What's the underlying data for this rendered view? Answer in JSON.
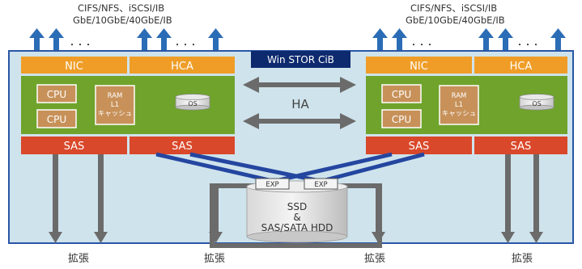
{
  "title": "Win STOR CiB",
  "protocols_line1": "CIFS/NFS、iSCSI/IB",
  "protocols_line2": "GbE/10GbE/40GbE/IB",
  "dots": "・・・",
  "nodes": [
    {
      "nic": "NIC",
      "hca": "HCA",
      "cpu1": "CPU",
      "cpu2": "CPU",
      "ram": [
        "RAM",
        "L1",
        "キャッシュ"
      ],
      "os": "OS",
      "sas_left": "SAS",
      "sas_right": "SAS"
    },
    {
      "nic": "NIC",
      "hca": "HCA",
      "cpu1": "CPU",
      "cpu2": "CPU",
      "ram": [
        "RAM",
        "L1",
        "キャッシュ"
      ],
      "os": "OS",
      "sas_left": "SAS",
      "sas_right": "SAS"
    }
  ],
  "ha_label": "HA",
  "storage": {
    "exp_left": "EXP",
    "exp_right": "EXP",
    "line1": "SSD",
    "line2": "&",
    "line3": "SAS/SATA HDD"
  },
  "expansion_labels": [
    "拡張",
    "拡張",
    "拡張",
    "拡張"
  ],
  "colors": {
    "chassis_fill": "#cfe3ec",
    "chassis_stroke": "#2a56a6",
    "board": "#6fa32c",
    "orange": "#ef9d27",
    "red": "#d9482a",
    "tan": "#c79159",
    "arrow_up": "#2b6cb6",
    "arrow_gray": "#6b6b6b",
    "cable_blue": "#2446a0"
  }
}
